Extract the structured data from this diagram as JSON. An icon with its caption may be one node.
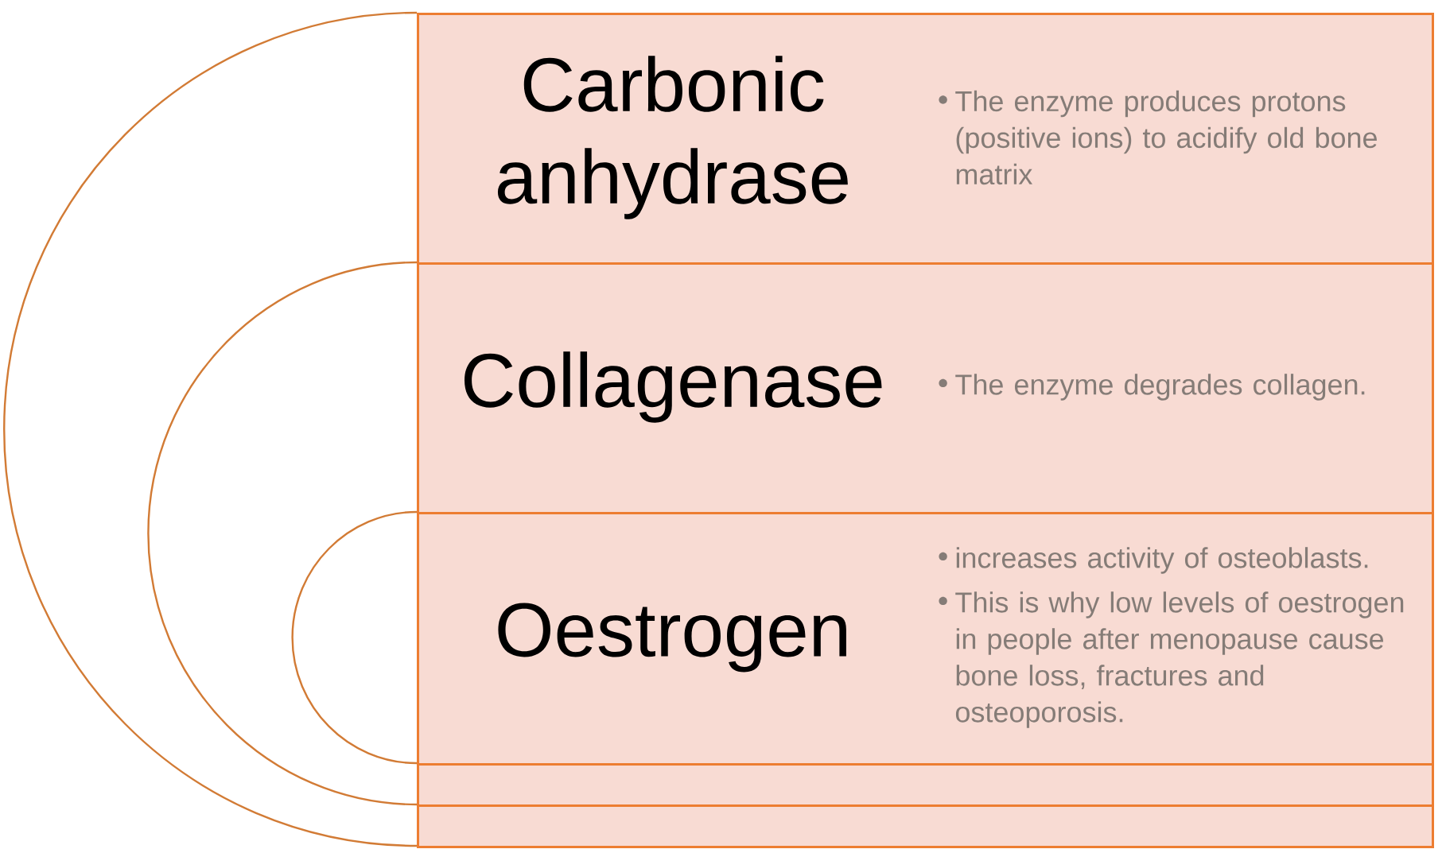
{
  "diagram": {
    "nodes": [
      {
        "text": [
          "Carbonic anhydrase",
          "The enzyme produces protons (positive ions) to acidify old bone matrix"
        ]
      },
      {
        "text": [
          "Collagenase",
          "The enzyme degrades collagen."
        ],
        "in": 0
      },
      {
        "text": [
          "Oestrogen",
          "increases activity of osteoblasts.",
          "This is why low levels of oestrogen in people after menopause cause bone loss, fractures and osteoporosis."
        ],
        "in": 1
      }
    ]
  }
}
